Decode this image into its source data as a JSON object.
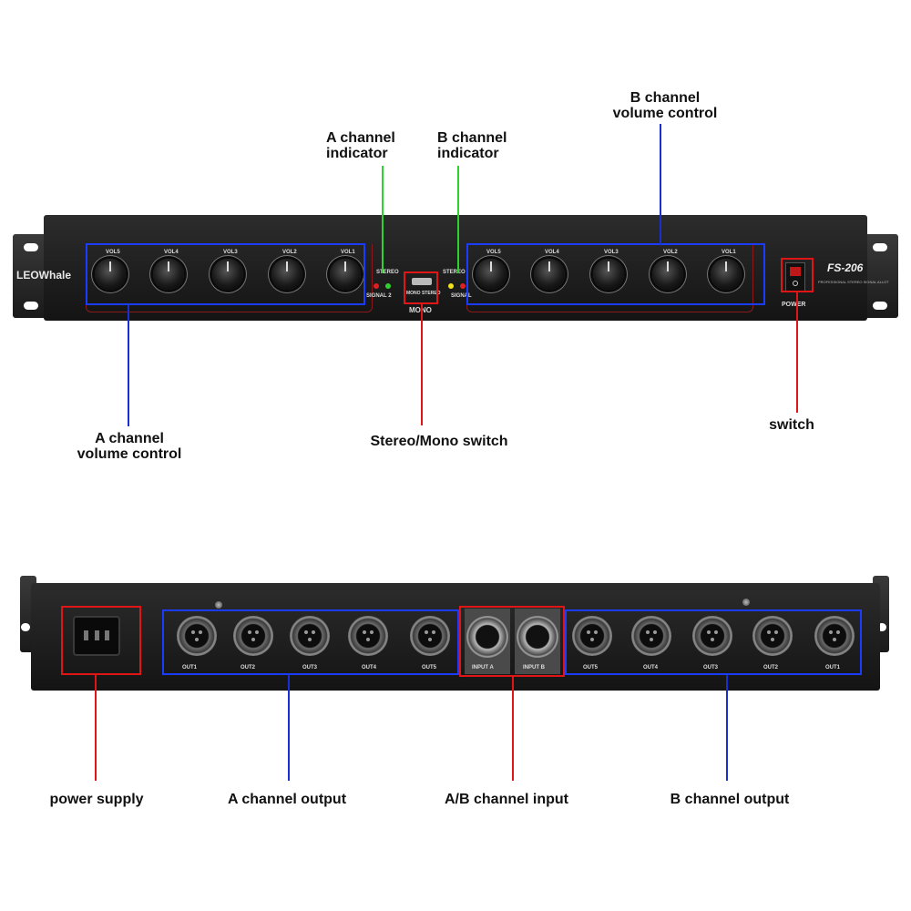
{
  "labels": {
    "b_volume": [
      "B channel",
      "volume control"
    ],
    "a_indicator": [
      "A channel",
      "indicator"
    ],
    "b_indicator": [
      "B channel",
      "indicator"
    ],
    "a_volume": [
      "A channel",
      "volume control"
    ],
    "stereo_mono": "Stereo/Mono switch",
    "switch": "switch",
    "power_supply": "power supply",
    "a_output": "A channel output",
    "ab_input": "A/B channel input",
    "b_output": "B channel output"
  },
  "front": {
    "brand": "LEOWhale",
    "model": "FS-206",
    "subtitle": "PROFESSIONAL STEREO SIGNAL ALLOT",
    "power_label": "POWER",
    "mono_label": "MONO",
    "switch_label": "MONO STEREO",
    "stereo_label": "STEREO",
    "signal_a": "SIGNAL 2",
    "signal_b": "SIGNAL",
    "a_knobs": [
      "VOL5",
      "VOL4",
      "VOL3",
      "VOL2",
      "VOL1"
    ],
    "b_knobs": [
      "VOL5",
      "VOL4",
      "VOL3",
      "VOL2",
      "VOL1"
    ]
  },
  "rear": {
    "a_outputs": [
      "OUT1",
      "OUT2",
      "OUT3",
      "OUT4",
      "OUT5"
    ],
    "inputs": [
      "INPUT A",
      "INPUT B"
    ],
    "b_outputs": [
      "OUT5",
      "OUT4",
      "OUT3",
      "OUT2",
      "OUT1"
    ]
  },
  "colors": {
    "blue_callout": "#1a2fd0",
    "red_callout": "#e01515",
    "green_callout": "#2fd12f"
  }
}
